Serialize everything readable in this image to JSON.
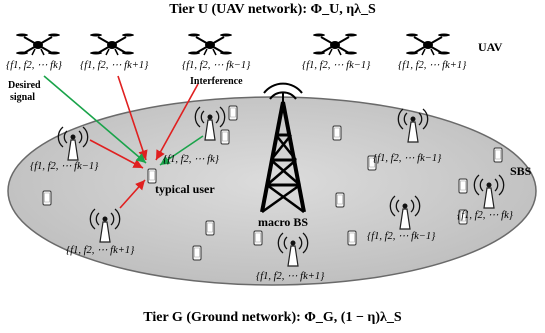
{
  "titles": {
    "tier_u": "Tier U (UAV network): Φ_U, ηλ_S",
    "tier_g": "Tier G (Ground network): Φ_G, (1 − η)λ_S"
  },
  "labels": {
    "uav": "UAV",
    "sbs": "SBS",
    "macro_bs": "macro BS",
    "typical_user": "typical user",
    "interference": "Interference",
    "desired_signal_1": "Desired",
    "desired_signal_2": "signal"
  },
  "freq_sets": {
    "fk": "{f1, f2, ⋯ fk}",
    "fk1": "{f1, f2, ⋯ fk+1}",
    "fkm1": "{f1, f2, ⋯ fk−1}"
  },
  "colors": {
    "desired": "#1aa34a",
    "interference": "#e02020",
    "ellipse_fill": "#cfcfcf",
    "ellipse_stroke": "#6a6a6a"
  },
  "icons": [
    "uav-icon",
    "sbs-tower-icon",
    "macro-tower-icon",
    "phone-icon"
  ]
}
